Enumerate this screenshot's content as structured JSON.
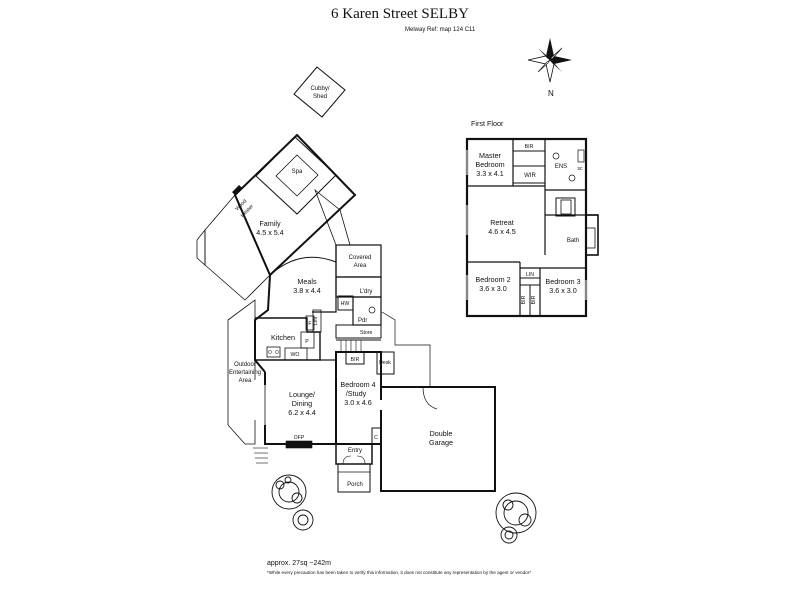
{
  "header": {
    "title": "6 Karen Street SELBY",
    "melway": "Melway Ref: map 124 C11"
  },
  "compass": {
    "label": "N",
    "icon": "compass-rose-icon"
  },
  "first_floor": {
    "heading": "First Floor",
    "rooms": {
      "master_bedroom": {
        "name_1": "Master",
        "name_2": "Bedroom",
        "dims": "3.3 x 4.1"
      },
      "bir_top": "BIR",
      "ens": "ENS",
      "wir": "WIR",
      "sc": "sc",
      "retreat": {
        "name": "Retreat",
        "dims": "4.6 x 4.5"
      },
      "bath": "Bath",
      "bedroom2": {
        "name": "Bedroom 2",
        "dims": "3.6 x 3.0"
      },
      "lin": "LIN",
      "bir_left": "BIR",
      "bir_right": "BIR",
      "bedroom3": {
        "name": "Bedroom 3",
        "dims": "3.6 x 3.0"
      }
    }
  },
  "ground_floor": {
    "rooms": {
      "cubby": {
        "name_1": "Cubby/",
        "name_2": "Shed"
      },
      "spa": "Spa",
      "wood_heater": {
        "name_1": "Wood",
        "name_2": "Heater"
      },
      "family": {
        "name": "Family",
        "dims": "4.5 x 5.4"
      },
      "meals": {
        "name": "Meals",
        "dims": "3.8 x 4.4"
      },
      "covered": {
        "name_1": "Covered",
        "name_2": "Area"
      },
      "ldry": "L'dry",
      "hw": "HW",
      "pdr": "Pdr",
      "f": "F",
      "lin": "LIN",
      "kitchen": "Kitchen",
      "p": "P",
      "wo": "WO",
      "store": "Store",
      "bir": "BIR",
      "desk": "Desk",
      "outdoor": {
        "name_1": "Outdoor",
        "name_2": "Entertaining",
        "name_3": "Area"
      },
      "lounge": {
        "name_1": "Lounge/",
        "name_2": "Dining",
        "dims": "6.2 x 4.4"
      },
      "bedroom4": {
        "name_1": "Bedroom 4",
        "name_2": "/Study",
        "dims": "3.0 x 4.6"
      },
      "garage": {
        "name_1": "Double",
        "name_2": "Garage"
      },
      "c": "C",
      "ofp": "OFP",
      "entry": "Entry",
      "porch": "Porch"
    }
  },
  "footer": {
    "area": "approx. 27sq ~242m",
    "disclaimer": "*While every precaution has been taken to verify this information, it does not constitute any representation by the agent or vendor*"
  }
}
